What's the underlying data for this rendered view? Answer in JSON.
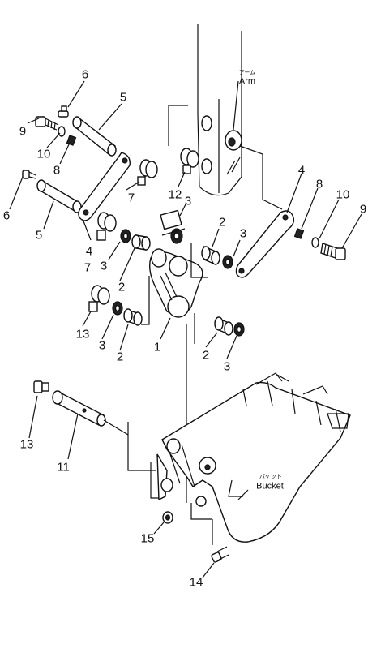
{
  "diagram": {
    "part_numbers": [
      {
        "key": "n1",
        "text": "1"
      },
      {
        "key": "n2a",
        "text": "2"
      },
      {
        "key": "n2b",
        "text": "2"
      },
      {
        "key": "n2c",
        "text": "2"
      },
      {
        "key": "n2d",
        "text": "2"
      },
      {
        "key": "n3a",
        "text": "3"
      },
      {
        "key": "n3b",
        "text": "3"
      },
      {
        "key": "n3c",
        "text": "3"
      },
      {
        "key": "n3d",
        "text": "3"
      },
      {
        "key": "n3e",
        "text": "3"
      },
      {
        "key": "n4a",
        "text": "4"
      },
      {
        "key": "n4b",
        "text": "4"
      },
      {
        "key": "n5a",
        "text": "5"
      },
      {
        "key": "n5b",
        "text": "5"
      },
      {
        "key": "n6a",
        "text": "6"
      },
      {
        "key": "n6b",
        "text": "6"
      },
      {
        "key": "n7a",
        "text": "7"
      },
      {
        "key": "n7b",
        "text": "7"
      },
      {
        "key": "n8a",
        "text": "8"
      },
      {
        "key": "n8b",
        "text": "8"
      },
      {
        "key": "n9a",
        "text": "9"
      },
      {
        "key": "n9b",
        "text": "9"
      },
      {
        "key": "n10a",
        "text": "10"
      },
      {
        "key": "n10b",
        "text": "10"
      },
      {
        "key": "n11",
        "text": "11"
      },
      {
        "key": "n12",
        "text": "12"
      },
      {
        "key": "n13a",
        "text": "13"
      },
      {
        "key": "n13b",
        "text": "13"
      },
      {
        "key": "n14",
        "text": "14"
      },
      {
        "key": "n15",
        "text": "15"
      }
    ],
    "arm_label": {
      "jp": "アーム",
      "en": "Arm"
    },
    "bucket_label": {
      "jp": "バケット",
      "en": "Bucket"
    }
  }
}
